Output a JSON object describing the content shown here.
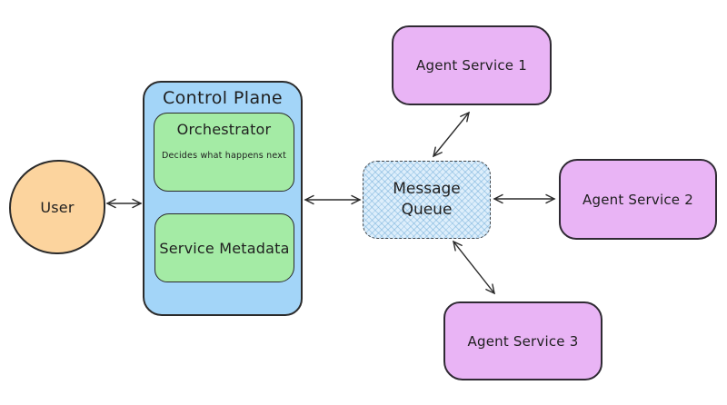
{
  "canvas": {
    "background": "#ffffff",
    "stroke_color": "#2b2b2b"
  },
  "nodes": {
    "user": {
      "label": "User",
      "shape": "circle",
      "fill": "#fcd49e"
    },
    "control_plane": {
      "label": "Control Plane",
      "fill": "#a3d5f8"
    },
    "orchestrator": {
      "label": "Orchestrator",
      "description": "Decides what happens next",
      "fill": "#a4eba5"
    },
    "service_metadata": {
      "label": "Service Metadata",
      "fill": "#a4eba5"
    },
    "message_queue": {
      "label_lines": [
        "Message",
        "Queue"
      ],
      "fill": "#ddeefb",
      "fill_pattern": "cross-hatch",
      "border_style": "dashed"
    },
    "agent_service_1": {
      "label": "Agent Service 1",
      "fill": "#e9b4f5"
    },
    "agent_service_2": {
      "label": "Agent Service 2",
      "fill": "#e9b4f5"
    },
    "agent_service_3": {
      "label": "Agent Service 3",
      "fill": "#e9b4f5"
    }
  },
  "edges": [
    {
      "from": "user",
      "to": "control_plane",
      "direction": "bidirectional"
    },
    {
      "from": "control_plane",
      "to": "message_queue",
      "direction": "bidirectional"
    },
    {
      "from": "message_queue",
      "to": "agent_service_1",
      "direction": "bidirectional"
    },
    {
      "from": "message_queue",
      "to": "agent_service_2",
      "direction": "bidirectional"
    },
    {
      "from": "message_queue",
      "to": "agent_service_3",
      "direction": "bidirectional"
    }
  ]
}
